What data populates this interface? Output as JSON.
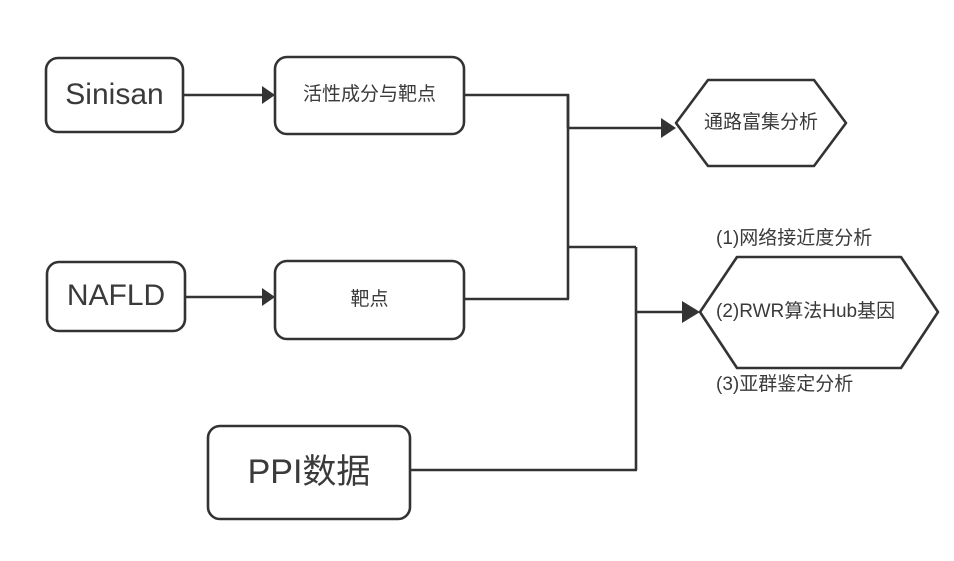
{
  "diagram": {
    "title": "Sinisan NAFLD network pharmacology workflow",
    "background_color": "#ffffff",
    "stroke_color": "#333333",
    "text_color": "#3a3a3a",
    "nodes": [
      {
        "id": "sinisan",
        "label": "Sinisan",
        "shape": "rounded-rect"
      },
      {
        "id": "active",
        "label": "活性成分与靶点",
        "shape": "rounded-rect"
      },
      {
        "id": "nafld",
        "label": "NAFLD",
        "shape": "rounded-rect"
      },
      {
        "id": "target",
        "label": "靶点",
        "shape": "rounded-rect"
      },
      {
        "id": "ppi",
        "label": "PPI数据",
        "shape": "rounded-rect"
      },
      {
        "id": "pathway",
        "label": "通路富集分析",
        "shape": "hexagon"
      },
      {
        "id": "analysis",
        "label": "(1)网络接近度分析\n(2)RWR算法Hub基因\n(3)亚群鉴定分析",
        "shape": "hexagon",
        "lines": [
          "(1)网络接近度分析",
          "(2)RWR算法Hub基因",
          "(3)亚群鉴定分析"
        ]
      }
    ],
    "edges": [
      {
        "from": "sinisan",
        "to": "active",
        "arrow": true
      },
      {
        "from": "nafld",
        "to": "target",
        "arrow": true
      },
      {
        "from": "active",
        "to": "pathway",
        "arrow": true
      },
      {
        "from": "target",
        "to": "analysis",
        "arrow": true
      },
      {
        "from": "ppi",
        "to": "analysis",
        "arrow": false
      }
    ]
  }
}
